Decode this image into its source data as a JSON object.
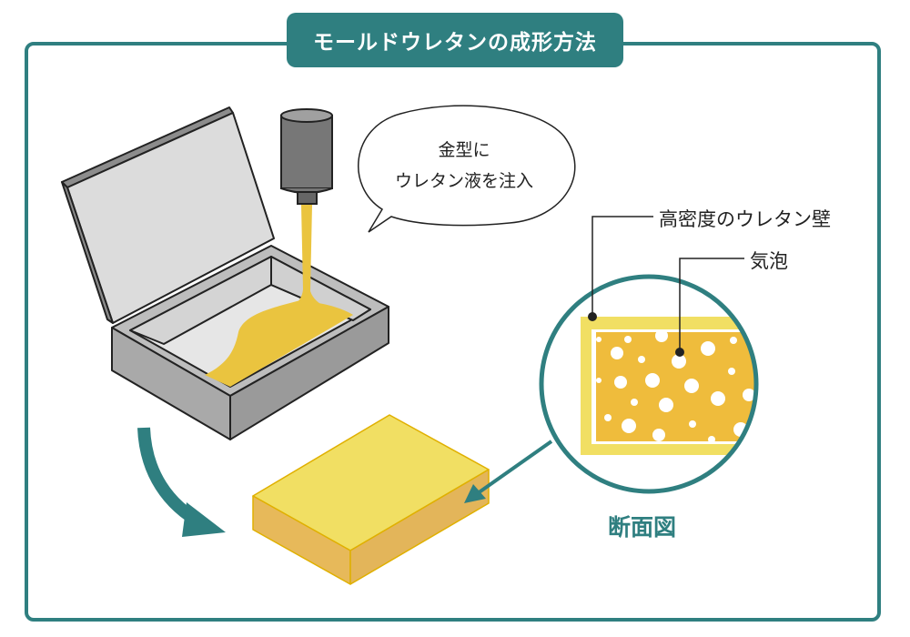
{
  "title": "モールドウレタンの成形方法",
  "bubble": {
    "line1": "金型に",
    "line2": "ウレタン液を注入"
  },
  "labels": {
    "wall": "高密度のウレタン壁",
    "bubble": "気泡",
    "section": "断面図"
  },
  "colors": {
    "teal": "#2f7f80",
    "urethane": "#eac43f",
    "foam_top": "#f1df63",
    "foam_side": "#e7b95a",
    "core": "#efbc3c",
    "mold": "#9a9a9a"
  }
}
